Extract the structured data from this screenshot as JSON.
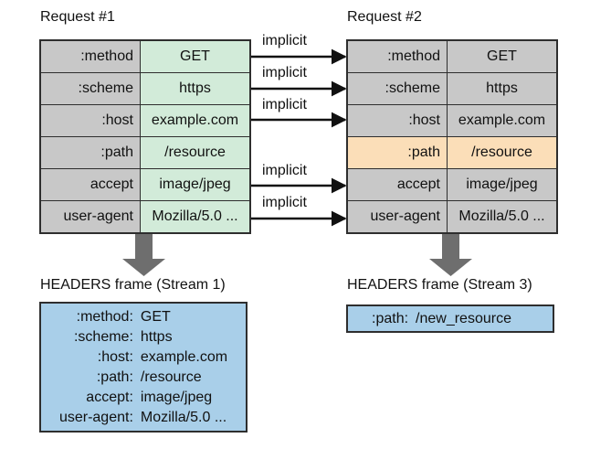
{
  "request1": {
    "title": "Request #1",
    "rows": [
      {
        "key": ":method",
        "value": "GET"
      },
      {
        "key": ":scheme",
        "value": "https"
      },
      {
        "key": ":host",
        "value": "example.com"
      },
      {
        "key": ":path",
        "value": "/resource"
      },
      {
        "key": "accept",
        "value": "image/jpeg"
      },
      {
        "key": "user-agent",
        "value": "Mozilla/5.0 ..."
      }
    ]
  },
  "request2": {
    "title": "Request #2",
    "rows": [
      {
        "key": ":method",
        "value": "GET"
      },
      {
        "key": ":scheme",
        "value": "https"
      },
      {
        "key": ":host",
        "value": "example.com"
      },
      {
        "key": ":path",
        "value": "/resource"
      },
      {
        "key": "accept",
        "value": "image/jpeg"
      },
      {
        "key": "user-agent",
        "value": "Mozilla/5.0 ..."
      }
    ]
  },
  "arrow_label": "implicit",
  "frame1": {
    "title": "HEADERS frame (Stream 1)",
    "rows": [
      {
        "key": ":method:",
        "value": "GET"
      },
      {
        "key": ":scheme:",
        "value": "https"
      },
      {
        "key": ":host:",
        "value": "example.com"
      },
      {
        "key": ":path:",
        "value": "/resource"
      },
      {
        "key": "accept:",
        "value": "image/jpeg"
      },
      {
        "key": "user-agent:",
        "value": "Mozilla/5.0 ..."
      }
    ]
  },
  "frame2": {
    "title": "HEADERS frame (Stream 3)",
    "rows": [
      {
        "key": ":path:",
        "value": "/new_resource"
      }
    ]
  },
  "colors": {
    "green_cell": "#d2ebd9",
    "grey_cell": "#c8c8c8",
    "highlight_cell": "#fbdeb8",
    "frame_blue": "#a9cfe9",
    "border": "#2e2e2e",
    "arrow": "#111111",
    "down_arrow": "#6e6e6e"
  }
}
